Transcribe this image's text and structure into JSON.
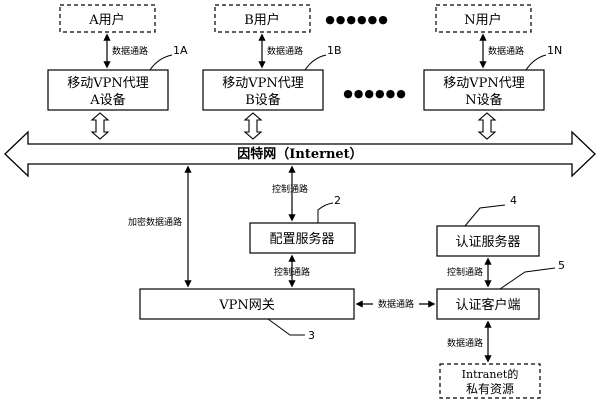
{
  "users": {
    "a": "A用户",
    "b": "B用户",
    "n": "N用户",
    "dots": "●●●●●●"
  },
  "proxies": {
    "a": {
      "line1": "移动VPN代理",
      "line2": "A设备",
      "tag": "1A"
    },
    "b": {
      "line1": "移动VPN代理",
      "line2": "B设备",
      "tag": "1B"
    },
    "n": {
      "line1": "移动VPN代理",
      "line2": "N设备",
      "tag": "1N"
    },
    "dots": "●●●●●●"
  },
  "channels": {
    "data": "数据通路",
    "control": "控制通路",
    "encrypted": "加密数据通路"
  },
  "internet": {
    "label": "因特网（Internet）"
  },
  "config_server": {
    "label": "配置服务器",
    "tag": "2"
  },
  "vpn_gateway": {
    "label": "VPN网关",
    "tag": "3"
  },
  "auth_server": {
    "label": "认证服务器",
    "tag": "4"
  },
  "auth_client": {
    "label": "认证客户端",
    "tag": "5"
  },
  "intranet": {
    "line1": "Intranet的",
    "line2": "私有资源"
  }
}
